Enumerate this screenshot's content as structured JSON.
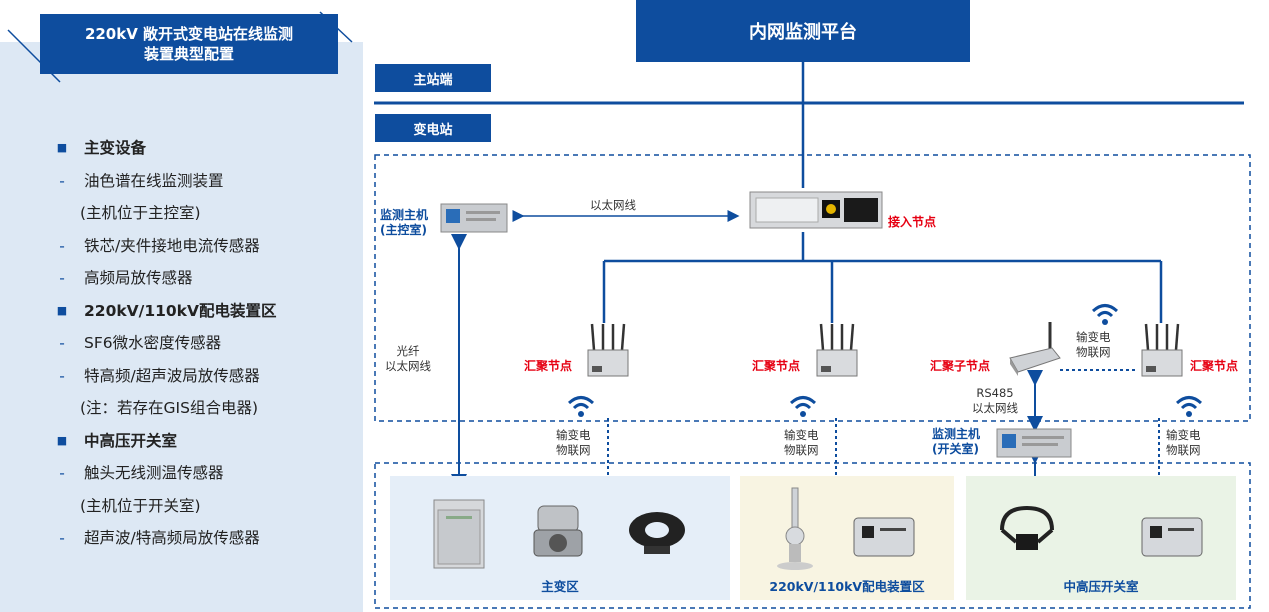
{
  "left_panel": {
    "title_line1": "220kV 敞开式变电站在线监测",
    "title_line2": "装置典型配置",
    "items": [
      {
        "kind": "head",
        "marker": "■",
        "text": "主变设备"
      },
      {
        "kind": "item",
        "marker": "-",
        "text": "油色谱在线监测装置"
      },
      {
        "kind": "cont",
        "marker": "",
        "text": "(主机位于主控室)"
      },
      {
        "kind": "item",
        "marker": "-",
        "text": "铁芯/夹件接地电流传感器"
      },
      {
        "kind": "item",
        "marker": "-",
        "text": "高频局放传感器"
      },
      {
        "kind": "head",
        "marker": "■",
        "text": "220kV/110kV配电装置区"
      },
      {
        "kind": "item",
        "marker": "-",
        "text": "SF6微水密度传感器"
      },
      {
        "kind": "item",
        "marker": "-",
        "text": "特高频/超声波局放传感器"
      },
      {
        "kind": "cont",
        "marker": "",
        "text": "(注：若存在GIS组合电器)"
      },
      {
        "kind": "head",
        "marker": "■",
        "text": "中高压开关室"
      },
      {
        "kind": "item",
        "marker": "-",
        "text": "触头无线测温传感器"
      },
      {
        "kind": "cont",
        "marker": "",
        "text": "(主机位于开关室)"
      },
      {
        "kind": "item",
        "marker": "-",
        "text": "超声波/特高频局放传感器"
      }
    ]
  },
  "diagram": {
    "platform": "内网监测平台",
    "master_station": "主站端",
    "substation": "变电站",
    "access_node": "接入节点",
    "ethernet": "以太网线",
    "monitor_host_main": {
      "line1": "监测主机",
      "line2": "(主控室)"
    },
    "fiber": {
      "line1": "光纤",
      "line2": "以太网线"
    },
    "agg_node_1": "汇聚节点",
    "agg_node_2": "汇聚节点",
    "agg_subnode": "汇聚子节点",
    "agg_node_3": "汇聚节点",
    "iot_1": {
      "line1": "输变电",
      "line2": "物联网"
    },
    "iot_2": {
      "line1": "输变电",
      "line2": "物联网"
    },
    "iot_3": {
      "line1": "输变电",
      "line2": "物联网"
    },
    "iot_4": {
      "line1": "输变电",
      "line2": "物联网"
    },
    "rs485": {
      "line1": "RS485",
      "line2": "以太网线"
    },
    "monitor_host_switch": {
      "line1": "监测主机",
      "line2": "(开关室)"
    },
    "zone_main_transformer": "主变区",
    "zone_distribution": "220kV/110kV配电装置区",
    "zone_switch_room": "中高压开关室"
  },
  "colors": {
    "brand_blue": "#0e4d9e",
    "node_red": "#e60012",
    "zone_fill": "#e5eef8",
    "panel_fill": "#dde8f4"
  },
  "icons": [
    "wifi-icon",
    "server-rack-icon",
    "router-antenna-icon",
    "gateway-icon",
    "monitor-cabinet-icon",
    "ct-sensor-icon",
    "sf6-sensor-icon",
    "ring-sensor-icon",
    "temp-collar-icon",
    "sensor-box-icon"
  ]
}
